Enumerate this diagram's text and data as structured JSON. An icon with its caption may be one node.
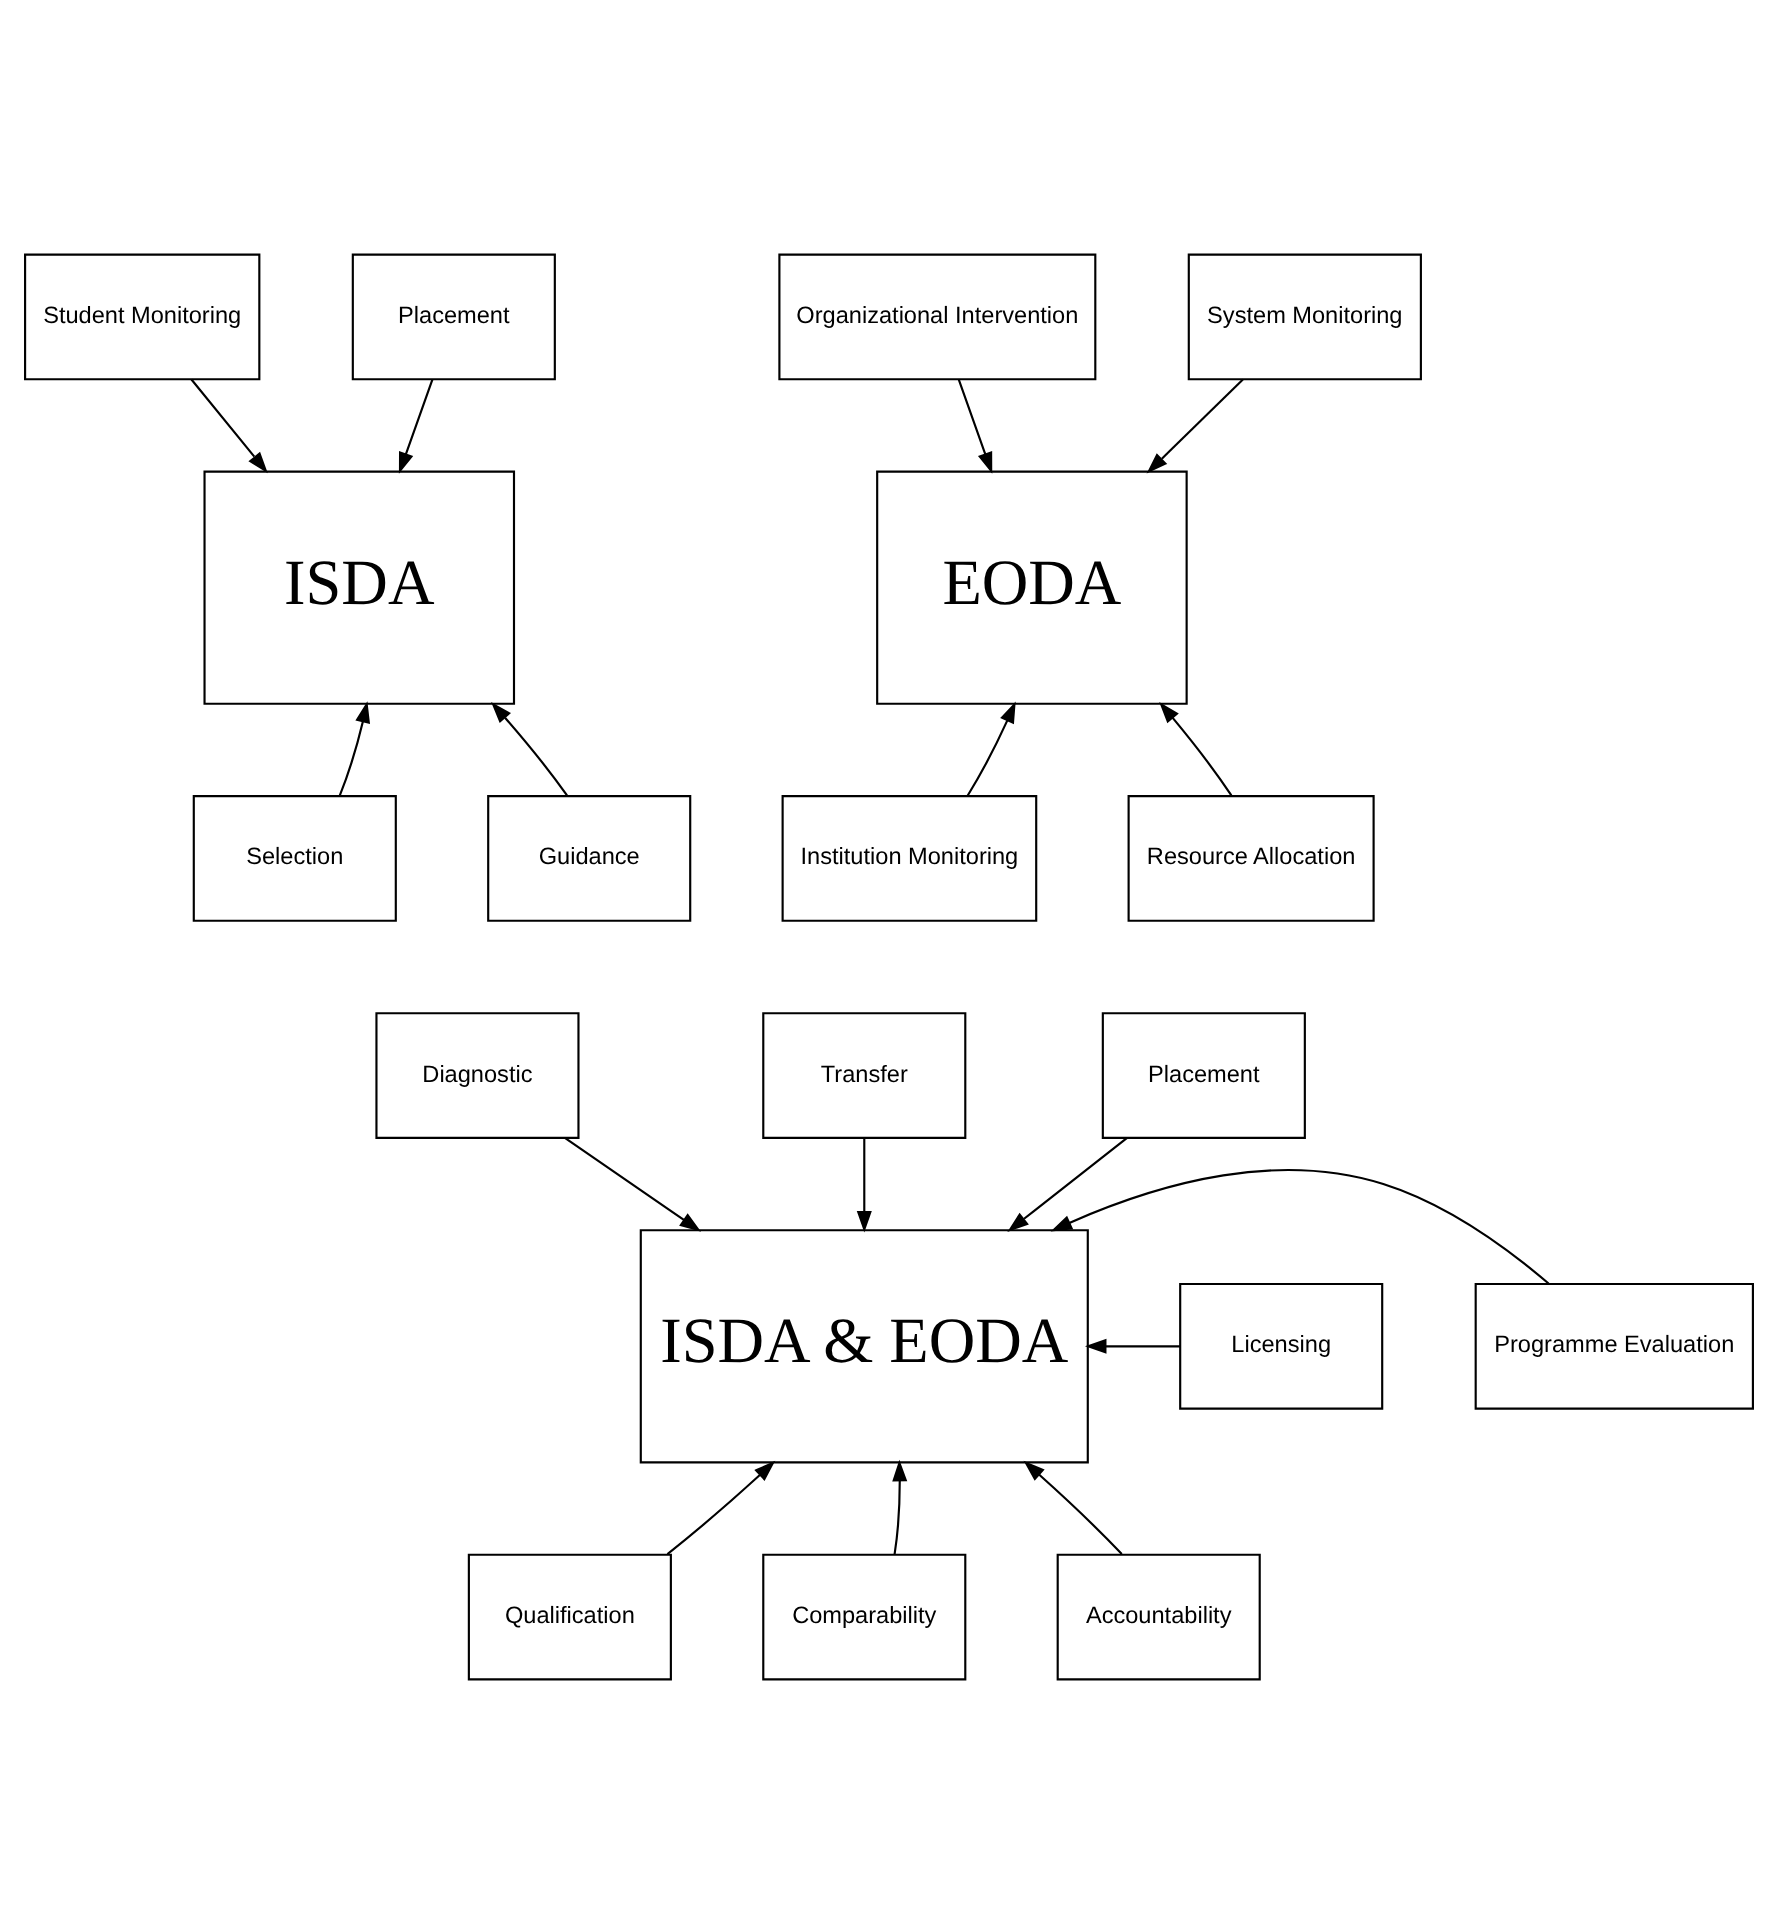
{
  "diagram": {
    "nodes": [
      {
        "text": [
          "Student Monitoring"
        ]
      },
      {
        "text": [
          "Placement"
        ]
      },
      {
        "text": [
          "ISDA"
        ]
      },
      {
        "text": [
          "Selection"
        ]
      },
      {
        "text": [
          "Guidance"
        ]
      },
      {
        "text": [
          "Organizational Intervention"
        ]
      },
      {
        "text": [
          "System Monitoring"
        ]
      },
      {
        "text": [
          "EODA"
        ]
      },
      {
        "text": [
          "Institution Monitoring"
        ]
      },
      {
        "text": [
          "Resource Allocation"
        ]
      },
      {
        "text": [
          "Diagnostic"
        ]
      },
      {
        "text": [
          "Transfer"
        ]
      },
      {
        "text": [
          "Placement"
        ]
      },
      {
        "text": [
          "Licensing"
        ]
      },
      {
        "text": [
          "ISDA & EODA"
        ]
      },
      {
        "text": [
          "Programme Evaluation"
        ]
      },
      {
        "text": [
          "Qualification"
        ]
      },
      {
        "text": [
          "Comparability"
        ]
      },
      {
        "text": [
          "Accountability"
        ]
      }
    ],
    "edges": [
      {
        "from": 0,
        "to": 2,
        "arrow": "to"
      },
      {
        "from": 1,
        "to": 2,
        "arrow": "to"
      },
      {
        "from": 3,
        "to": 2,
        "arrow": "to"
      },
      {
        "from": 4,
        "to": 2,
        "arrow": "to"
      },
      {
        "from": 5,
        "to": 7,
        "arrow": "to"
      },
      {
        "from": 6,
        "to": 7,
        "arrow": "to"
      },
      {
        "from": 8,
        "to": 7,
        "arrow": "to"
      },
      {
        "from": 9,
        "to": 7,
        "arrow": "to"
      },
      {
        "from": 10,
        "to": 14,
        "arrow": "to"
      },
      {
        "from": 11,
        "to": 14,
        "arrow": "to"
      },
      {
        "from": 12,
        "to": 14,
        "arrow": "to"
      },
      {
        "from": 13,
        "to": 14,
        "arrow": "to"
      },
      {
        "from": 15,
        "to": 14,
        "arrow": "to"
      },
      {
        "from": 16,
        "to": 14,
        "arrow": "to"
      },
      {
        "from": 17,
        "to": 14,
        "arrow": "to"
      },
      {
        "from": 18,
        "to": 14,
        "arrow": "to"
      }
    ]
  }
}
